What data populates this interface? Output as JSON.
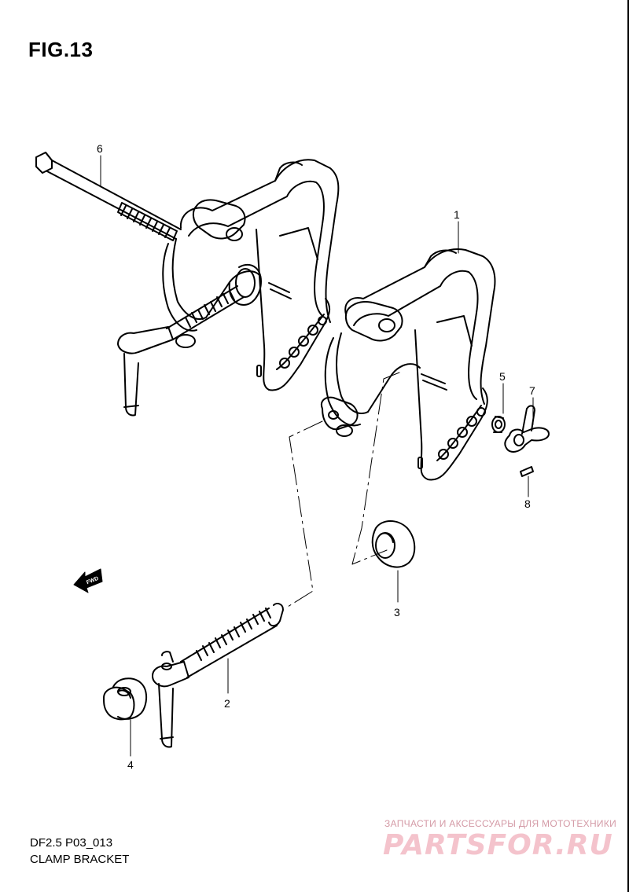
{
  "figure": {
    "title": "FIG.13"
  },
  "footer": {
    "model_code": "DF2.5  P03_013",
    "part_name": "CLAMP BRACKET"
  },
  "callouts": {
    "c1": "1",
    "c2": "2",
    "c3": "3",
    "c4": "4",
    "c5": "5",
    "c6": "6",
    "c7": "7",
    "c8": "8"
  },
  "direction_marker": {
    "label": "FWD",
    "icon": "arrow-left-icon"
  },
  "watermark": {
    "tagline": "ЗАПЧАСТИ И АКСЕССУАРЫ ДЛЯ МОТОТЕХНИКИ",
    "logo_text": "PARTSFOR.RU"
  },
  "colors": {
    "line": "#000000",
    "watermark": "#f4c3cc"
  }
}
